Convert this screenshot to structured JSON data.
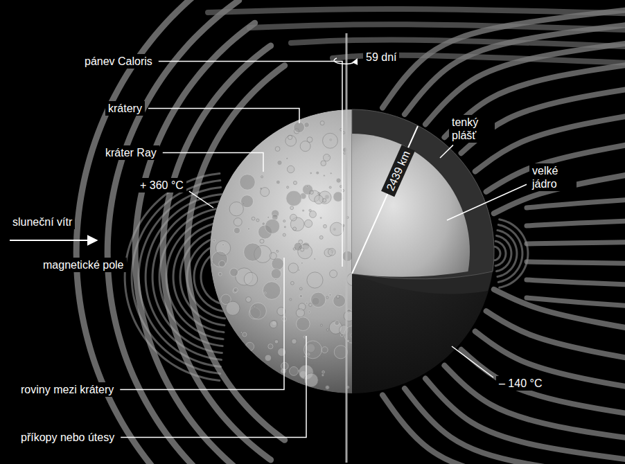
{
  "diagram": {
    "labels": [
      "pánev Caloris",
      "59 dní",
      "krátery",
      "tenký plášť",
      "velké jádro",
      "kráter Ray",
      "2439 km",
      "+ 360 °C",
      "sluneční vítr",
      "magnetické pole",
      "– 140 °C",
      "roviny mezi krátery",
      "příkopy nebo útesy"
    ]
  }
}
